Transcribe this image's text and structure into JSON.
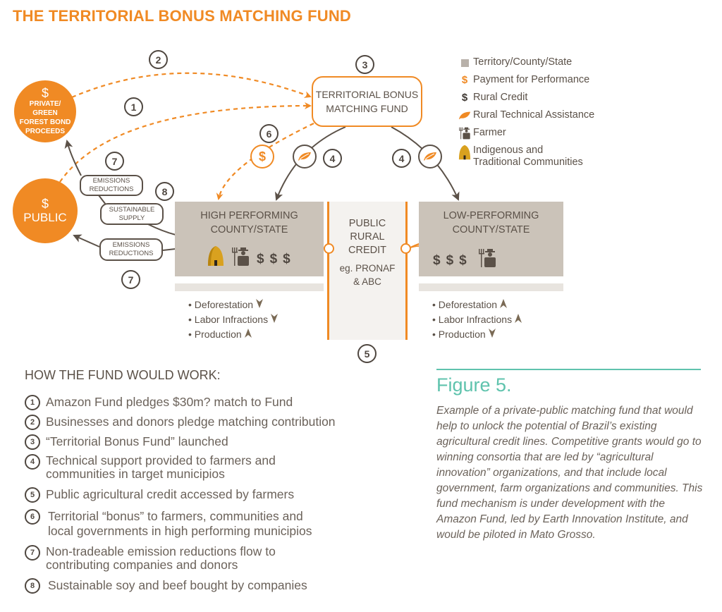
{
  "title": "THE TERRITORIAL BONUS MATCHING FUND",
  "colors": {
    "orange": "#f08a24",
    "brown": "#4f4740",
    "county_gray": "#cbc3b9",
    "credit_bg": "#f4f2ef",
    "teal": "#5fc3ad"
  },
  "nodes": {
    "private": {
      "symbol": "$",
      "label": "PRIVATE/ GREEN FOREST BOND PROCEEDS"
    },
    "public": {
      "symbol": "$",
      "label": "PUBLIC"
    },
    "fund": {
      "label_line1": "TERRITORIAL BONUS",
      "label_line2": "MATCHING FUND"
    },
    "high": {
      "label_line1": "HIGH PERFORMING",
      "label_line2": "COUNTY/STATE",
      "dollars": [
        "$",
        "$",
        "$"
      ]
    },
    "low": {
      "label_line1": "LOW-PERFORMING",
      "label_line2": "COUNTY/STATE",
      "dollars": [
        "$",
        "$",
        "$"
      ]
    },
    "credit": {
      "line1": "PUBLIC",
      "line2": "RURAL",
      "line3": "CREDIT",
      "line4": "eg. PRONAF",
      "line5": "& ABC"
    },
    "payment_symbol": "$"
  },
  "pills": {
    "emissions_top_1": "EMISSIONS",
    "emissions_top_2": "REDUCTIONS",
    "supply_1": "SUSTAINABLE",
    "supply_2": "SUPPLY",
    "emissions_bottom_1": "EMISSIONS",
    "emissions_bottom_2": "REDUCTIONS"
  },
  "step_markers": {
    "m1": "1",
    "m2": "2",
    "m3": "3",
    "m4a": "4",
    "m4b": "4",
    "m5": "5",
    "m6": "6",
    "m7a": "7",
    "m7b": "7",
    "m8": "8"
  },
  "legend": [
    {
      "icon": "square-icon",
      "label": "Territory/County/State"
    },
    {
      "icon": "dollar-orange-icon",
      "glyph": "$",
      "label": "Payment for Performance"
    },
    {
      "icon": "dollar-dark-icon",
      "glyph": "$",
      "label": "Rural Credit"
    },
    {
      "icon": "leaf-icon",
      "label": "Rural Technical Assistance"
    },
    {
      "icon": "farmer-icon",
      "label": "Farmer"
    },
    {
      "icon": "hut-icon",
      "label": "Indigenous and",
      "label2": "Traditional Communities"
    }
  ],
  "high_outcomes": [
    {
      "label": "• Deforestation",
      "trend": "down"
    },
    {
      "label": "• Labor Infractions",
      "trend": "down"
    },
    {
      "label": "• Production",
      "trend": "up"
    }
  ],
  "low_outcomes": [
    {
      "label": "• Deforestation",
      "trend": "up"
    },
    {
      "label": "• Labor Infractions",
      "trend": "up"
    },
    {
      "label": "• Production",
      "trend": "down"
    }
  ],
  "how": {
    "title": "HOW THE FUND WOULD WORK:",
    "steps": [
      {
        "n": "1",
        "text": "Amazon Fund pledges $30m? match to Fund"
      },
      {
        "n": "2",
        "text": "Businesses and donors pledge matching contribution"
      },
      {
        "n": "3",
        "text": "“Territorial Bonus Fund” launched"
      },
      {
        "n": "4",
        "text": "Technical support provided to farmers and",
        "text2": "communities in target municipios"
      },
      {
        "n": "5",
        "text": "Public agricultural credit accessed by farmers"
      },
      {
        "n": "6",
        "text": "Territorial “bonus” to farmers, communities and",
        "text2": "local governments in high performing municipios"
      },
      {
        "n": "7",
        "text": "Non-tradeable emission reductions flow to",
        "text2": "contributing companies and donors"
      },
      {
        "n": "8",
        "text": "Sustainable soy and beef bought by companies"
      }
    ]
  },
  "figure": {
    "title": "Figure 5.",
    "caption": "Example of a private-public matching fund that would help to unlock the potential of Brazil’s existing agricultural credit lines. Competitive grants would go to winning consortia that are led by “agricultural innovation” organizations, and that include local government, farm organizations and communities. This fund mechanism is under development with the Amazon Fund, led by Earth Innovation Institute, and would be piloted in Mato Grosso."
  }
}
